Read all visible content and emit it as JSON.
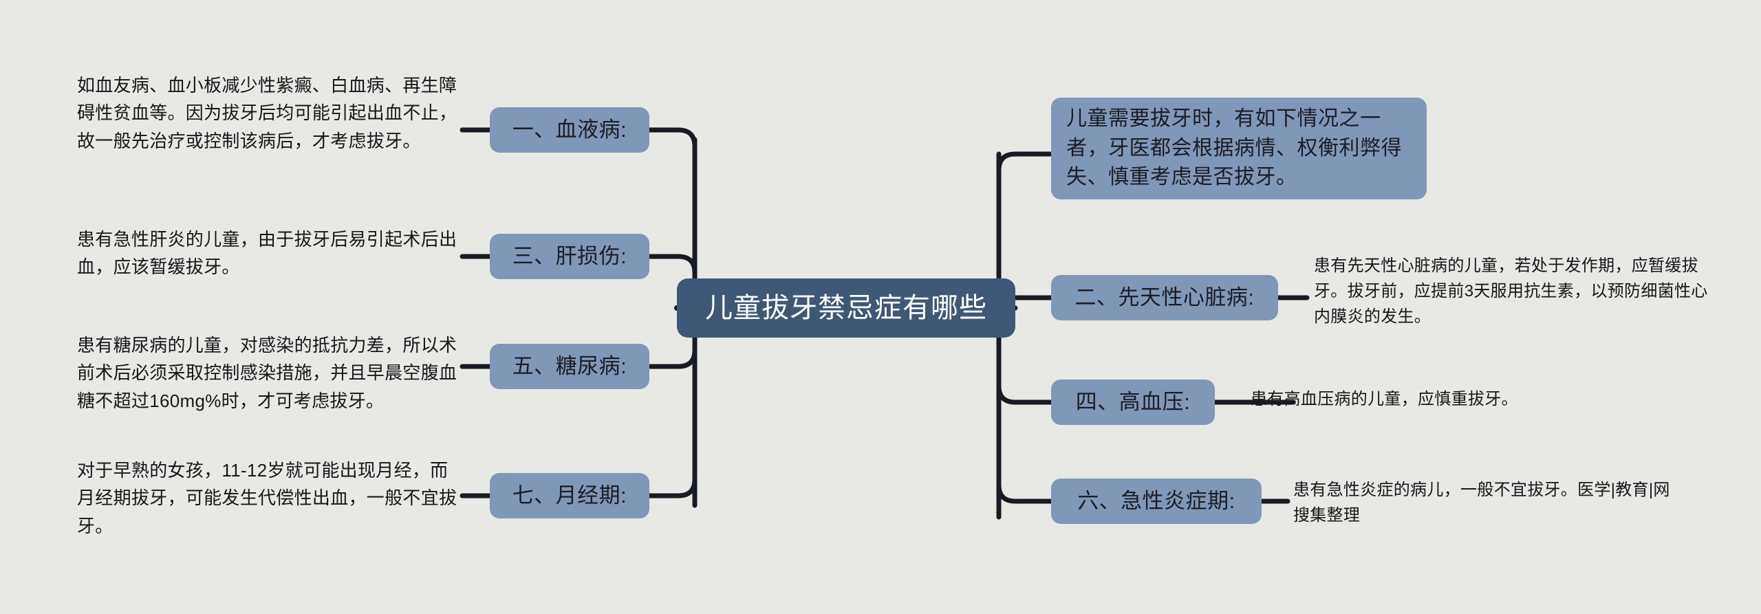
{
  "theme": {
    "background": "#e8e8e4",
    "branch_fill": "#8197b7",
    "central_fill": "#3f5877",
    "central_text": "#ffffff",
    "body_text": "#17171b",
    "connector": "#171b24"
  },
  "central": {
    "label": "儿童拔牙禁忌症有哪些"
  },
  "intro": {
    "label": "儿童需要拔牙时，有如下情况之一者，牙医都会根据病情、权衡利弊得失、慎重考虑是否拔牙。"
  },
  "left_branches": [
    {
      "label": "一、血液病:",
      "note": "如血友病、血小板减少性紫癜、白血病、再生障碍性贫血等。因为拔牙后均可能引起出血不止，故一般先治疗或控制该病后，才考虑拔牙。"
    },
    {
      "label": "三、肝损伤:",
      "note": "患有急性肝炎的儿童，由于拔牙后易引起术后出血，应该暂缓拔牙。"
    },
    {
      "label": "五、糖尿病:",
      "note": "患有糖尿病的儿童，对感染的抵抗力差，所以术前术后必须采取控制感染措施，并且早晨空腹血糖不超过160mg%时，才可考虑拔牙。"
    },
    {
      "label": "七、月经期:",
      "note": "对于早熟的女孩，11-12岁就可能出现月经，而月经期拔牙，可能发生代偿性出血，一般不宜拔牙。"
    }
  ],
  "right_branches": [
    {
      "label": "二、先天性心脏病:",
      "note": "患有先天性心脏病的儿童，若处于发作期，应暂缓拔牙。拔牙前，应提前3天服用抗生素，以预防细菌性心内膜炎的发生。"
    },
    {
      "label": "四、高血压:",
      "note": "患有高血压病的儿童，应慎重拔牙。"
    },
    {
      "label": "六、急性炎症期:",
      "note": "患有急性炎症的病儿，一般不宜拔牙。医学|教育|网搜集整理"
    }
  ]
}
